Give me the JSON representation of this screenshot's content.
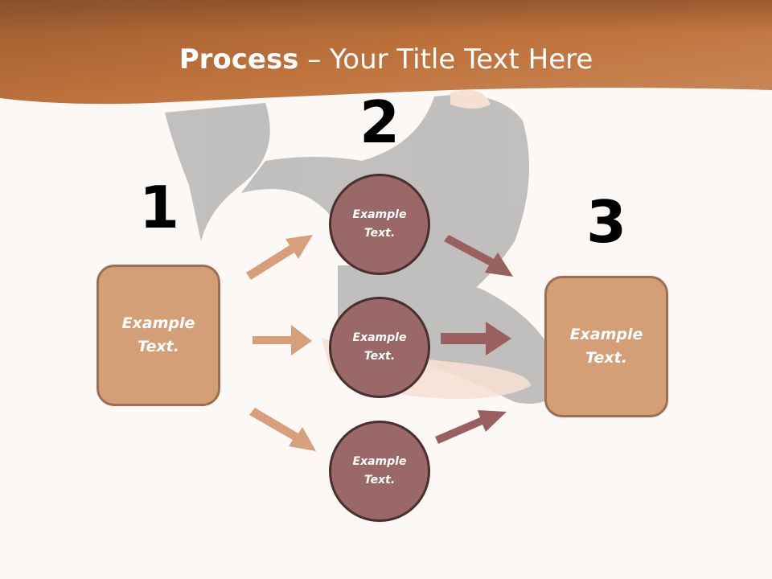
{
  "title": {
    "bold_part": "Process",
    "rest_part": " – Your Title Text Here"
  },
  "steps": {
    "step1": {
      "number": "1",
      "line1": "Example",
      "line2": "Text."
    },
    "step2": {
      "number": "2"
    },
    "step3": {
      "number": "3",
      "line1": "Example",
      "line2": "Text."
    }
  },
  "circles": [
    {
      "line1": "Example",
      "line2": "Text."
    },
    {
      "line1": "Example",
      "line2": "Text."
    },
    {
      "line1": "Example",
      "line2": "Text."
    }
  ],
  "colors": {
    "header": "#c07a45",
    "box_fill": "#d49e77",
    "circle_fill": "#9a6868",
    "arrow_light": "#d8a07a",
    "arrow_dark": "#9a6060"
  }
}
